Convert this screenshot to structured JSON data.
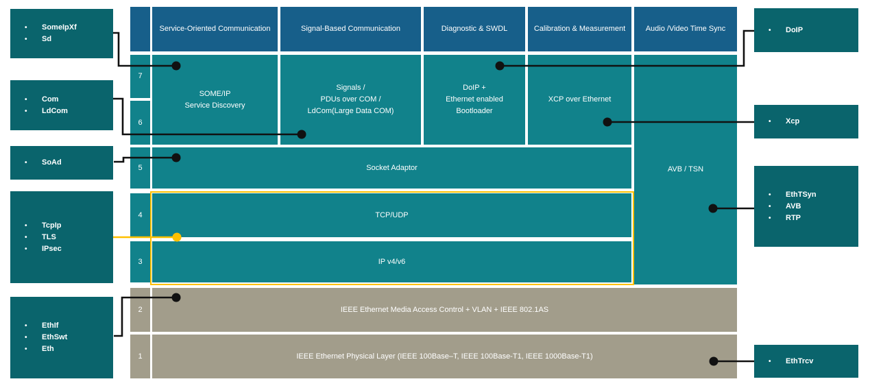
{
  "colors": {
    "header_blue": "#175f8a",
    "stack_teal": "#11828b",
    "module_box_teal": "#0a646c",
    "lower_layer_gray": "#a29d8b",
    "highlight_yellow": "#ffc000",
    "connector_black": "#111111",
    "text_white": "#ffffff"
  },
  "column_headers": [
    "Service-Oriented Communication",
    "Signal-Based Communication",
    "Diagnostic & SWDL",
    "Calibration & Measurement",
    "Audio /Video Time Sync"
  ],
  "layer_numbers": [
    "7",
    "6",
    "5",
    "4",
    "3",
    "2",
    "1"
  ],
  "stack_cells": {
    "someip": {
      "lines": [
        "SOME/IP",
        "Service Discovery"
      ]
    },
    "signals": {
      "lines": [
        "Signals /",
        "PDUs over COM /",
        "LdCom(Large Data COM)"
      ]
    },
    "doip_bootloader": {
      "lines": [
        "DoIP +",
        "Ethernet enabled",
        "Bootloader"
      ]
    },
    "xcp_over_ethernet": {
      "lines": [
        "XCP over Ethernet"
      ]
    },
    "avb_tsn": {
      "lines": [
        "AVB / TSN"
      ]
    },
    "socket_adaptor": {
      "lines": [
        "Socket Adaptor"
      ]
    },
    "tcp_udp": {
      "lines": [
        "TCP/UDP"
      ]
    },
    "ip": {
      "lines": [
        "IP v4/v6"
      ]
    },
    "mac": {
      "lines": [
        "IEEE Ethernet Media Access Control + VLAN + IEEE 802.1AS"
      ]
    },
    "phy": {
      "lines": [
        "IEEE Ethernet Physical Layer (IEEE 100Base–T, IEEE 100Base-T1, IEEE 1000Base-T1)"
      ]
    }
  },
  "left_modules": [
    {
      "items": [
        "SomeIpXf",
        "Sd"
      ]
    },
    {
      "items": [
        "Com",
        "LdCom"
      ]
    },
    {
      "items": [
        "SoAd"
      ]
    },
    {
      "items": [
        "TcpIp",
        "TLS",
        "IPsec"
      ]
    },
    {
      "items": [
        "EthIf",
        "EthSwt",
        "Eth"
      ]
    }
  ],
  "right_modules": [
    {
      "items": [
        "DoIP"
      ]
    },
    {
      "items": [
        "Xcp"
      ]
    },
    {
      "items": [
        "EthTSyn",
        "AVB",
        "RTP"
      ]
    },
    {
      "items": [
        "EthTrcv"
      ]
    }
  ]
}
